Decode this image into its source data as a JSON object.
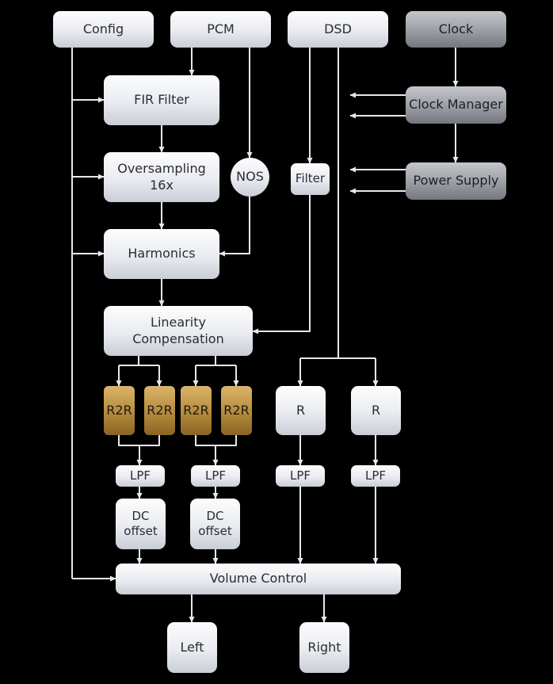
{
  "blocks": {
    "config": "Config",
    "pcm": "PCM",
    "dsd": "DSD",
    "clock": "Clock",
    "fir_filter": "FIR Filter",
    "clock_manager": "Clock Manager",
    "oversampling": "Oversampling 16x",
    "nos": "NOS",
    "filter": "Filter",
    "power_supply": "Power Supply",
    "harmonics": "Harmonics",
    "linearity": "Linearity\nCompensation",
    "r2r_1": "R2R",
    "r2r_2": "R2R",
    "r2r_3": "R2R",
    "r2r_4": "R2R",
    "r_1": "R",
    "r_2": "R",
    "lpf_1": "LPF",
    "lpf_2": "LPF",
    "lpf_3": "LPF",
    "lpf_4": "LPF",
    "dc_1": "DC\noffset",
    "dc_2": "DC\noffset",
    "volume": "Volume Control",
    "left": "Left",
    "right": "Right"
  },
  "colors": {
    "background": "#000000",
    "wire": "#e6e8ec",
    "box_light": "#e9ebf0",
    "box_gray": "#9a9da3",
    "box_gold": "#b58a3c"
  }
}
